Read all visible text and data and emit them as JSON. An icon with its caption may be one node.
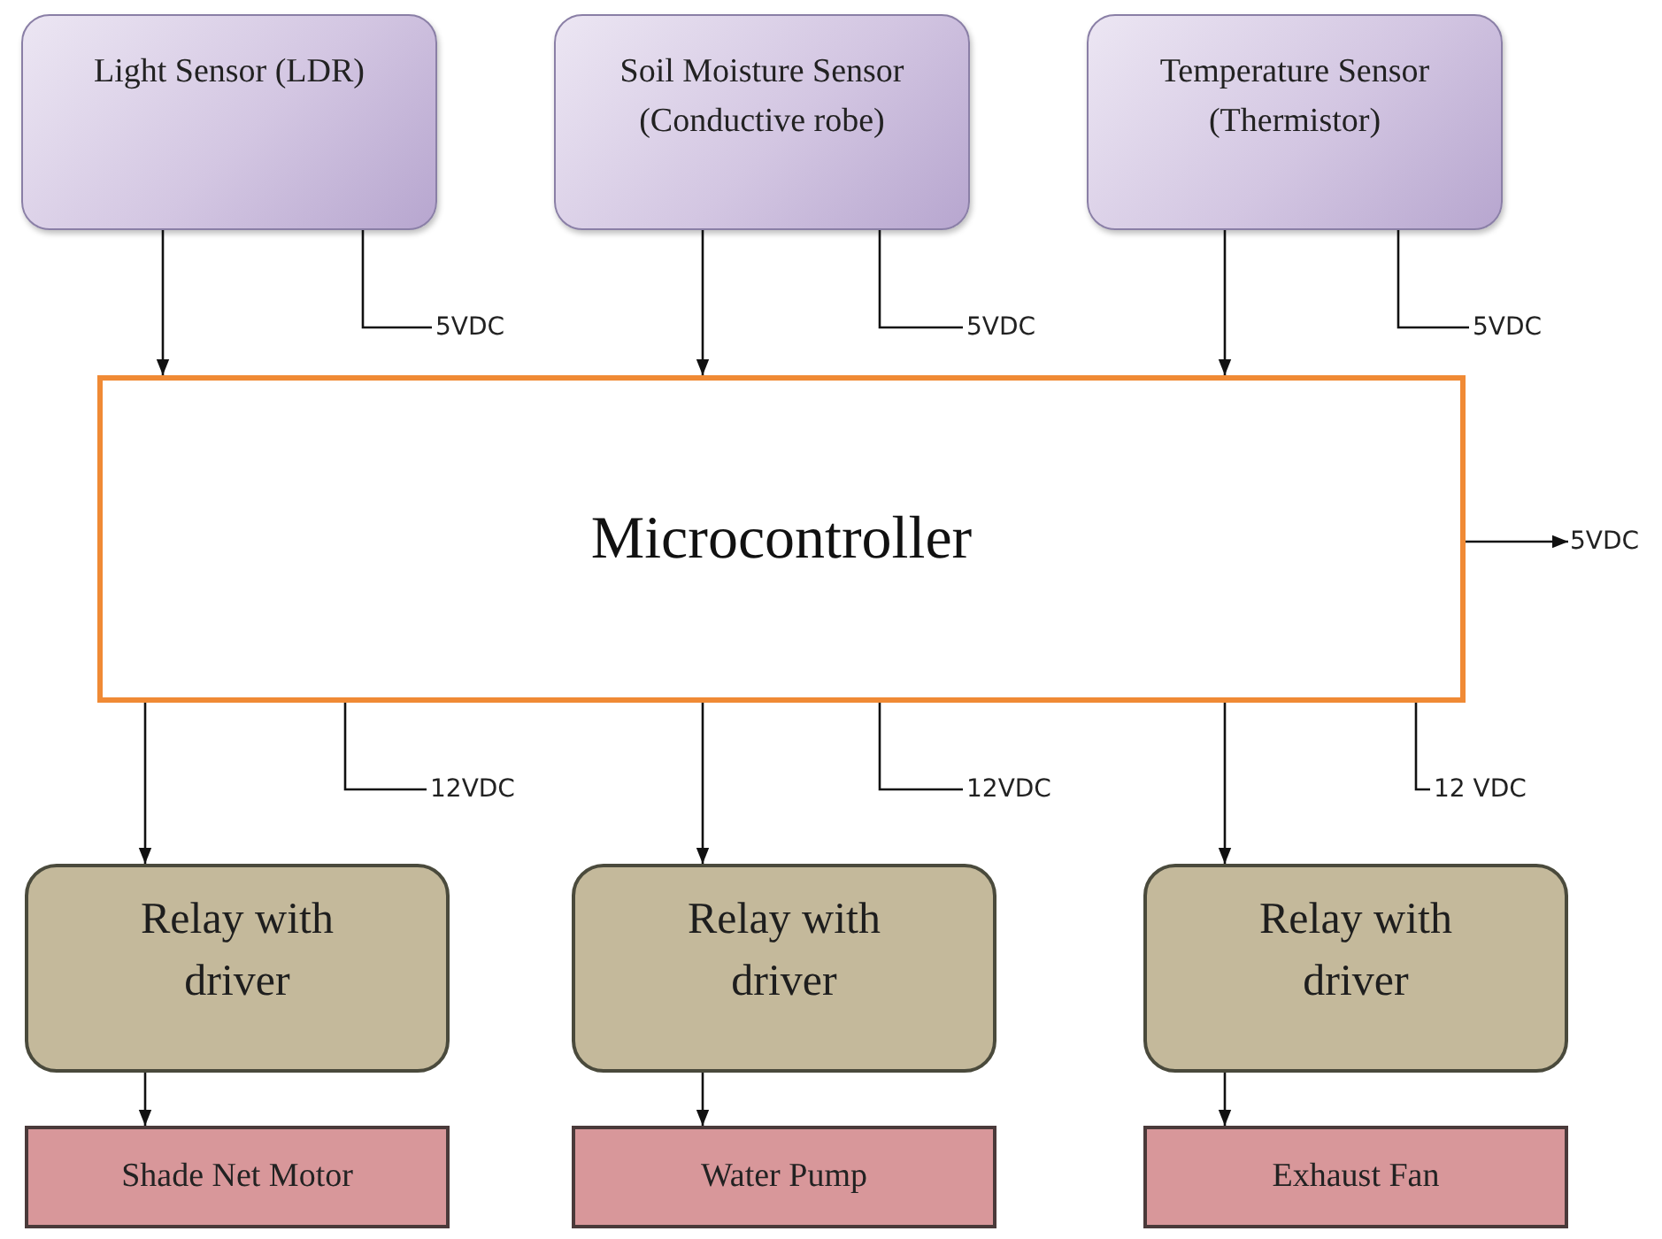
{
  "diagram": {
    "nodes": [
      {
        "text": [
          "Light Sensor (LDR)"
        ]
      },
      {
        "text": [
          "Soil Moisture Sensor (Conductive robe)"
        ]
      },
      {
        "text": [
          "Temperature Sensor (Thermistor)"
        ]
      },
      {
        "text": [
          "Microcontroller"
        ]
      },
      {
        "text": [
          "Relay with driver"
        ]
      },
      {
        "text": [
          "Relay with driver"
        ]
      },
      {
        "text": [
          "Relay with driver"
        ]
      },
      {
        "text": [
          "Shade Net Motor"
        ]
      },
      {
        "text": [
          "Water Pump"
        ]
      },
      {
        "text": [
          "Exhaust Fan"
        ]
      },
      {
        "text": [
          "5VDC"
        ]
      },
      {
        "text": [
          "5VDC"
        ]
      },
      {
        "text": [
          "5VDC"
        ]
      },
      {
        "text": [
          "12VDC"
        ]
      },
      {
        "text": [
          "12VDC"
        ]
      },
      {
        "text": [
          "12 VDC"
        ]
      },
      {
        "text": [
          "5VDC"
        ]
      }
    ],
    "edges": [
      {
        "from": 0,
        "to": 3,
        "arrow": "to"
      },
      {
        "from": 1,
        "to": 3,
        "arrow": "to"
      },
      {
        "from": 2,
        "to": 3,
        "arrow": "to"
      },
      {
        "from": 3,
        "to": 4,
        "arrow": "to"
      },
      {
        "from": 3,
        "to": 5,
        "arrow": "to"
      },
      {
        "from": 3,
        "to": 6,
        "arrow": "to"
      },
      {
        "from": 4,
        "to": 7,
        "arrow": "to"
      },
      {
        "from": 5,
        "to": 8,
        "arrow": "to"
      },
      {
        "from": 6,
        "to": 9,
        "arrow": "to"
      },
      {
        "from": 10,
        "to": 0,
        "arrow": "none"
      },
      {
        "from": 11,
        "to": 1,
        "arrow": "none"
      },
      {
        "from": 12,
        "to": 2,
        "arrow": "none"
      },
      {
        "from": 13,
        "to": 3,
        "arrow": "none"
      },
      {
        "from": 14,
        "to": 3,
        "arrow": "none"
      },
      {
        "from": 15,
        "to": 3,
        "arrow": "none"
      },
      {
        "from": 3,
        "to": 16,
        "arrow": "to"
      }
    ]
  }
}
